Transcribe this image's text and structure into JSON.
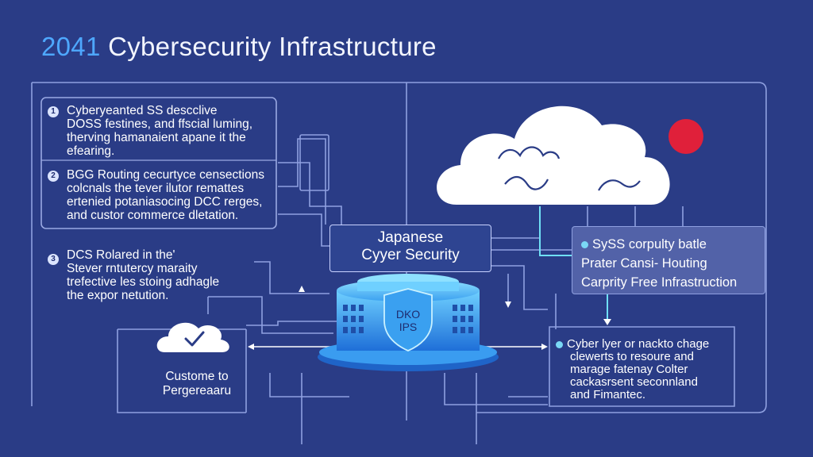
{
  "title": {
    "year": "2041",
    "text": "Cybersecurity Infrastructure"
  },
  "left_items": [
    {
      "number": "1",
      "lines": [
        "Cyberyeanted SS descclive",
        "DOSS festines, and ffscial luming,",
        "therving hamanaient apane it the",
        "efearing."
      ]
    },
    {
      "number": "2",
      "lines": [
        "BGG Routing cecurtyce censections",
        "colcnals the tever ilutor remattes",
        "ertenied potaniasocing DCC rerges,",
        "and custor commerce dletation."
      ]
    },
    {
      "number": "3",
      "lines": [
        "DCS Rolared in the'",
        "Stever rntutercy maraity",
        "trefective les stoing adhagle",
        "the expor netution."
      ]
    }
  ],
  "customer_label": [
    "Custome to",
    "Pergereaaru"
  ],
  "center_label": [
    "Japanese",
    "Cyyer Security"
  ],
  "shield_label": [
    "DKO",
    "IPS"
  ],
  "right_items": [
    {
      "lines": [
        "SySS corpulty batle",
        "Prater Cansi- Houting",
        "Carprity Free Infrastruction"
      ]
    },
    {
      "lines": [
        "Cyber lyer or nackto chage",
        "clewerts to resoure and",
        "marage fatenay Colter",
        "cackasrsent seconnland",
        "and Fimantec."
      ]
    }
  ],
  "colors": {
    "background": "#2a3c86",
    "accent": "#4ea8ff",
    "line": "#8fa0e0",
    "highlight": "#6fe0f5",
    "red_dot": "#e0203a",
    "cloud_panel": "#8492cc"
  },
  "icons": [
    "cloud-icon",
    "checkmark-icon",
    "shield-icon",
    "server-building-icon",
    "red-dot-icon"
  ]
}
